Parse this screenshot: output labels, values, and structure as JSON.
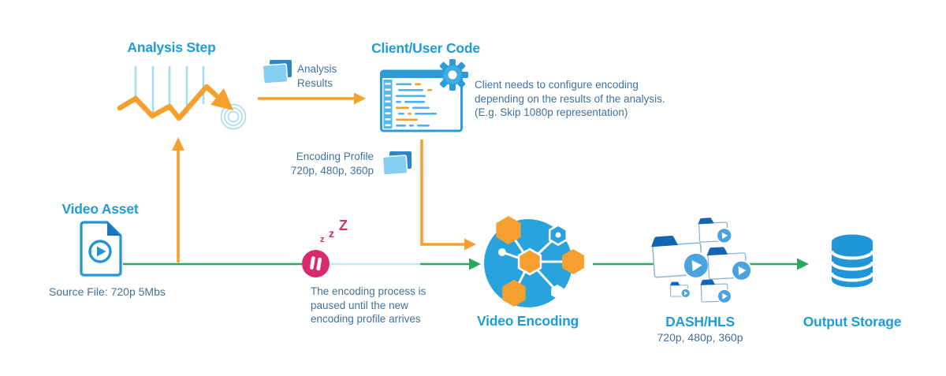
{
  "analysis_step": {
    "title": "Analysis Step"
  },
  "analysis_results": {
    "line1": "Analysis",
    "line2": "Results"
  },
  "client_user_code": {
    "title": "Client/User Code",
    "note1": "Client needs to configure encoding",
    "note2": "depending on the results of the analysis.",
    "note3": "(E.g. Skip 1080p representation)"
  },
  "encoding_profile": {
    "line1": "Encoding Profile",
    "line2": "720p, 480p, 360p"
  },
  "video_asset": {
    "title": "Video Asset",
    "caption": "Source File: 720p 5Mbs"
  },
  "pause_note": {
    "zzz1": "z",
    "zzz2": "z",
    "zzz3": "Z",
    "line1": "The encoding process is",
    "line2": "paused until the new",
    "line3": "encoding profile arrives"
  },
  "video_encoding": {
    "title": "Video Encoding"
  },
  "dash_hls": {
    "title": "DASH/HLS",
    "subtitle": "720p, 480p, 360p"
  },
  "output_storage": {
    "title": "Output Storage"
  },
  "colors": {
    "heading_blue": "#1E9CD7",
    "body_blue": "#41719C",
    "orange": "#F5A02E",
    "green": "#27A85F",
    "light_blue": "#A3DCF2",
    "paused_line": "#C3E9F7",
    "pink": "#D92B6B",
    "icon_blue": "#2B9CD8",
    "folder_dark_blue": "#1565B5",
    "badge_blue": "#4AA3DE",
    "encoding_circle_blue": "#29A3DC"
  }
}
